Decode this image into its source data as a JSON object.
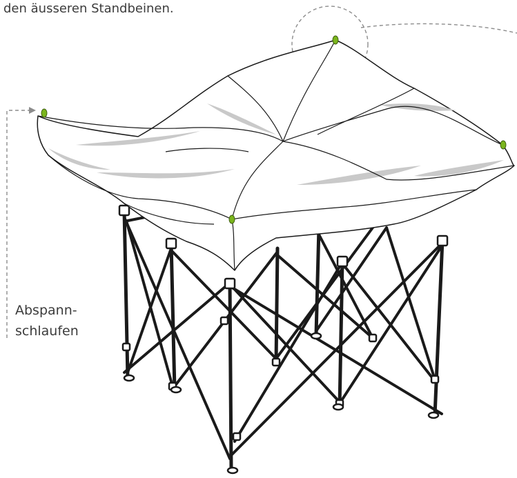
{
  "caption": "den äusseren Standbeinen.",
  "label": {
    "line1": "Abspann-",
    "line2": "schlaufen"
  },
  "colors": {
    "stroke": "#1a1a1a",
    "canopy_fill": "#ffffff",
    "canopy_shadow": "#c9c9c9",
    "loop_green": "#7ab51d",
    "dashed_callout": "#8c8c8c"
  }
}
